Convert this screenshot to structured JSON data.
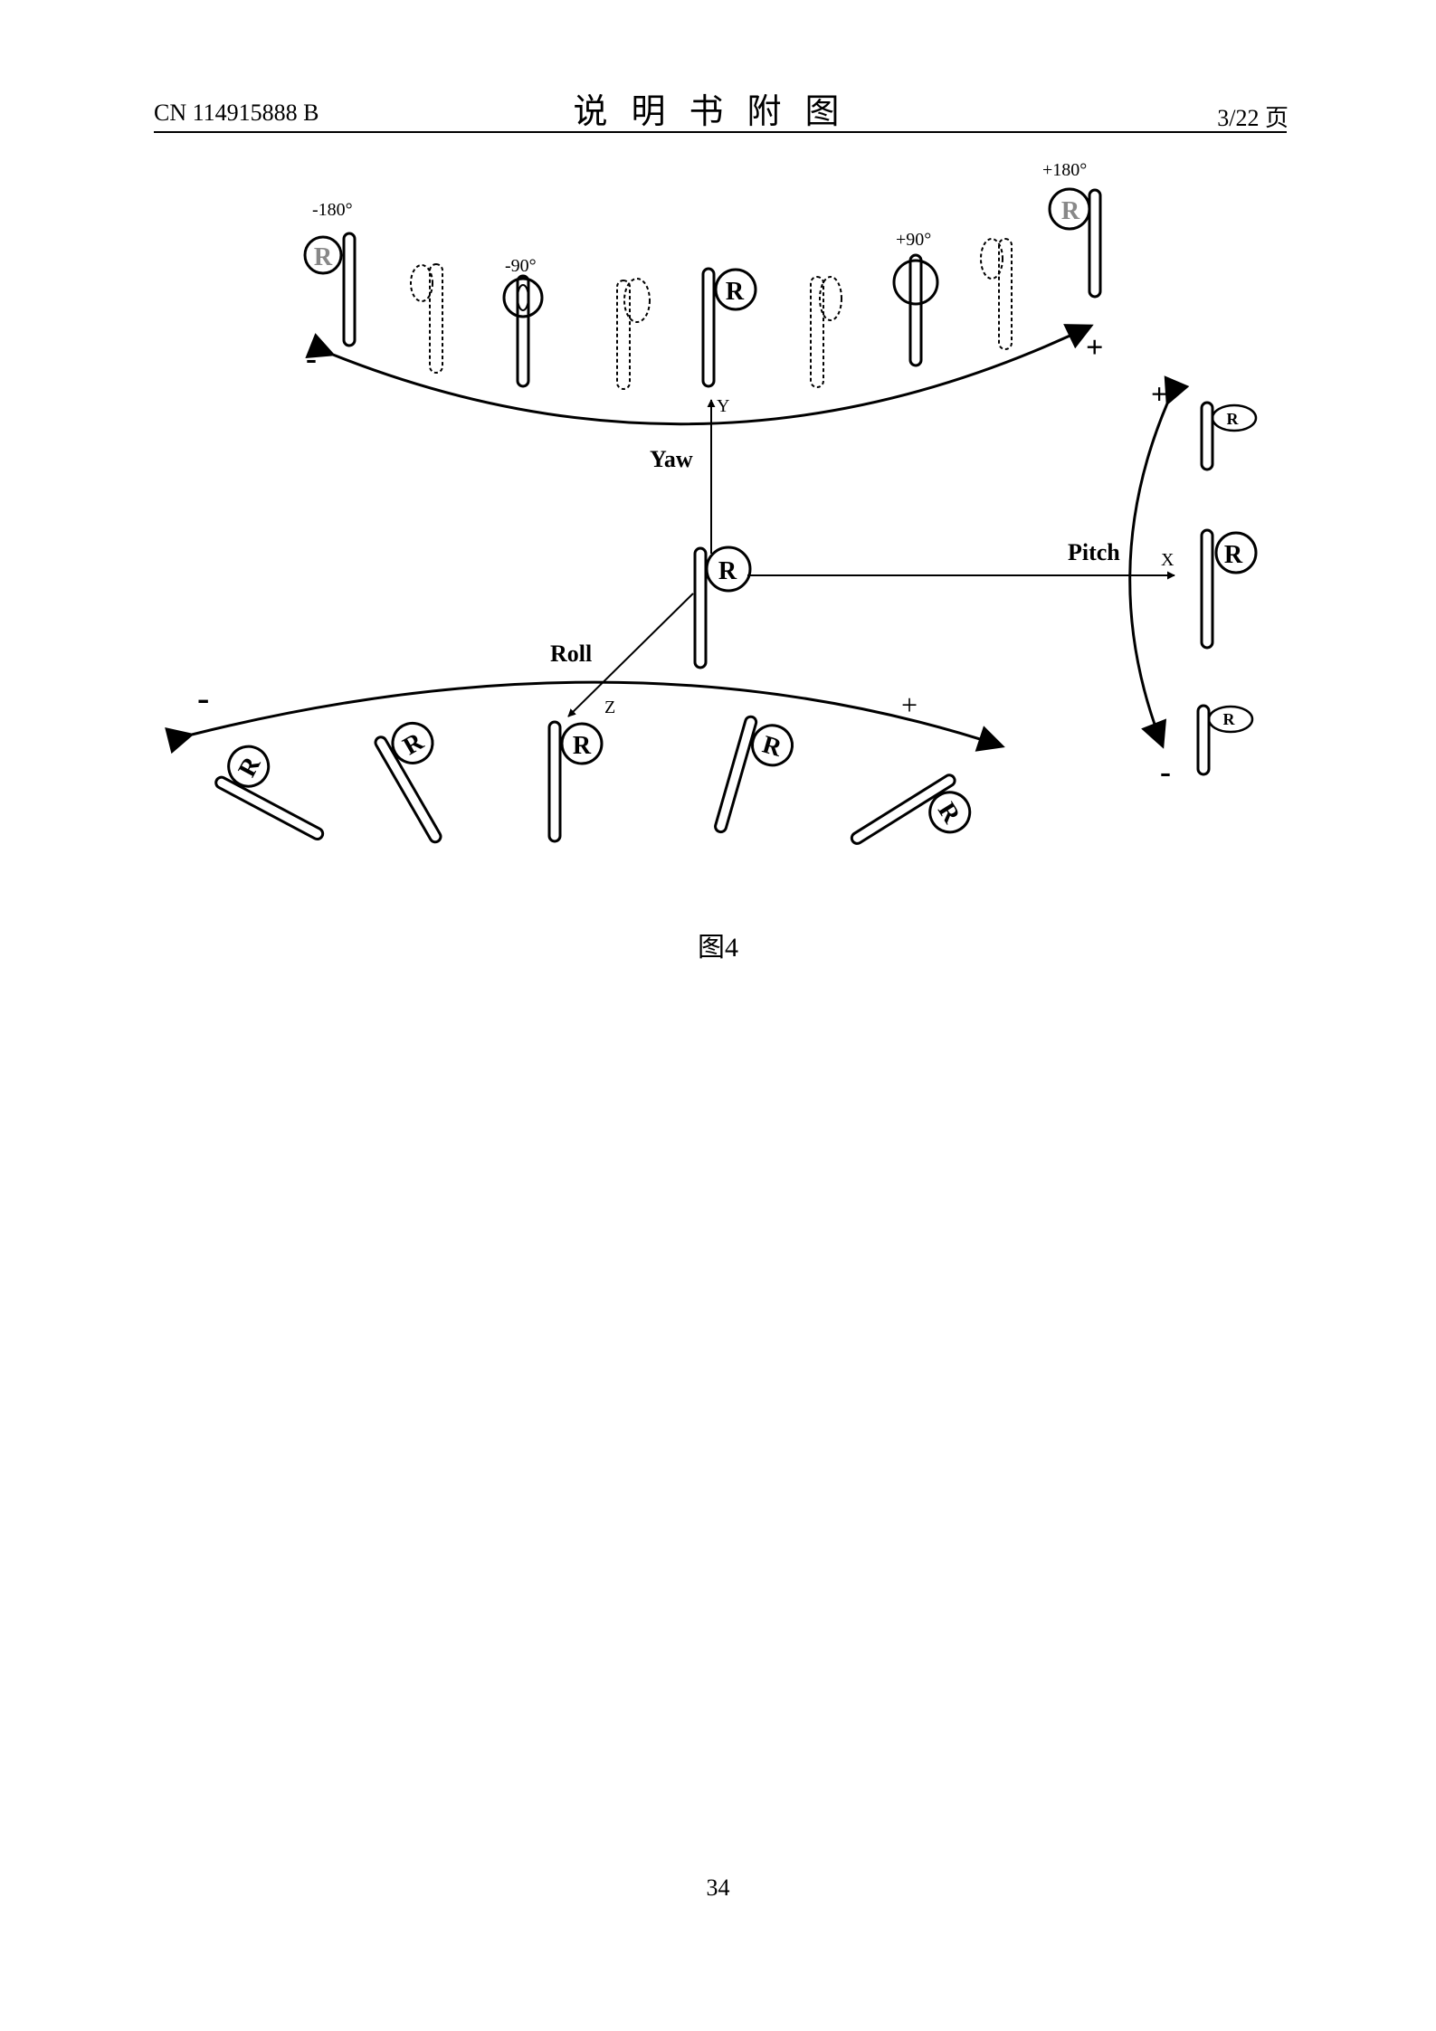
{
  "header": {
    "doc_number": "CN 114915888 B",
    "title": "说明书附图",
    "page_count": "3/22 页"
  },
  "figure": {
    "caption": "图4",
    "axes": {
      "x": "X",
      "y": "Y",
      "z": "Z"
    },
    "rotations": {
      "yaw": "Yaw",
      "pitch": "Pitch",
      "roll": "Roll"
    },
    "angles": {
      "neg180": "-180°",
      "neg90": "-90°",
      "pos90": "+90°",
      "pos180": "+180°"
    },
    "signs": {
      "minus": "-",
      "plus": "+"
    },
    "earbud_letter": "R"
  },
  "footer": {
    "page_number": "34"
  }
}
